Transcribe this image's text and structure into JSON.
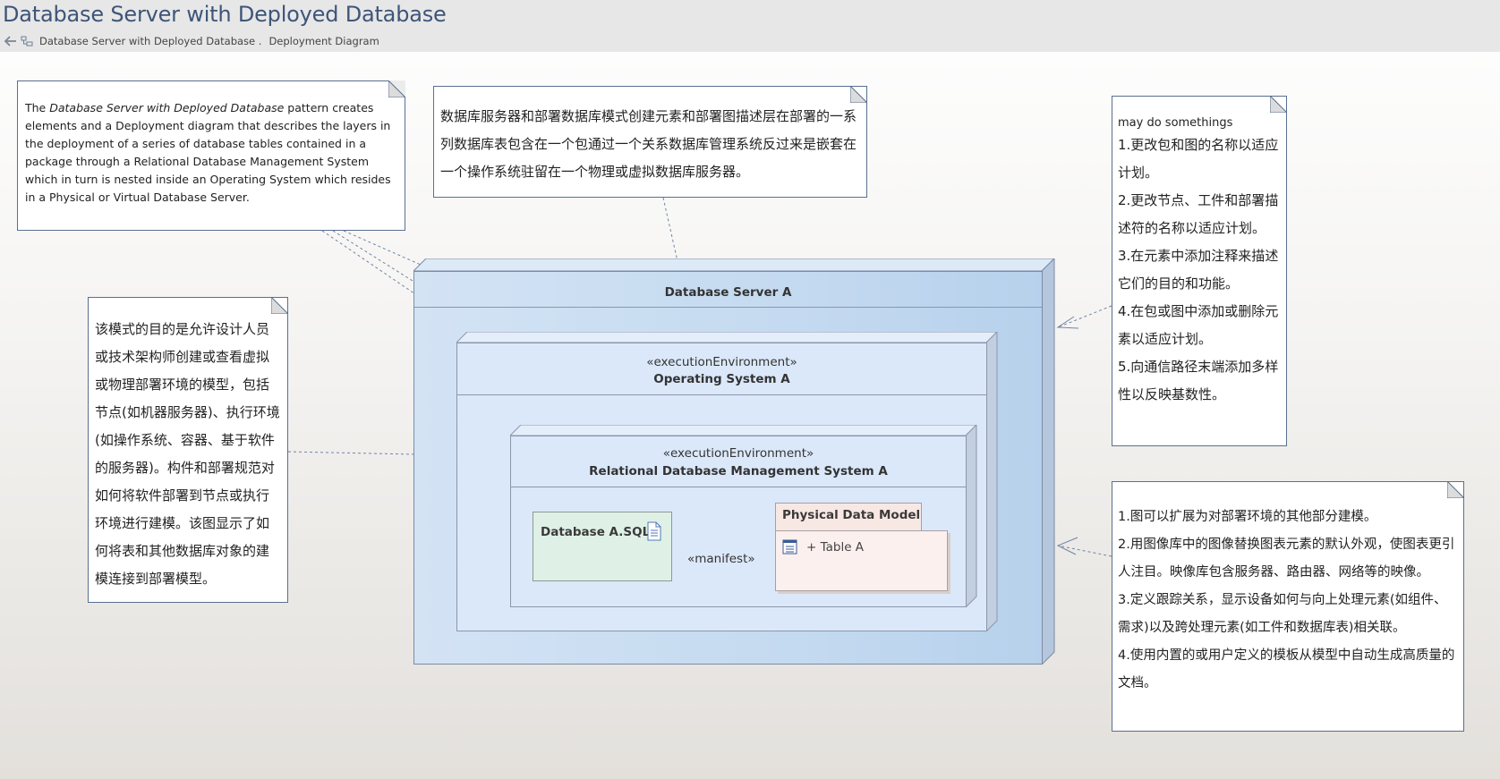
{
  "header": {
    "title": "Database Server with Deployed Database",
    "breadcrumb_item": "Database Server with Deployed Database .",
    "breadcrumb_view": "Deployment Diagram"
  },
  "notes": {
    "top_left": {
      "pre": "The ",
      "italic": "Database Server with Deployed Database",
      "post": " pattern creates elements and a Deployment diagram that describes the layers in the deployment of a series of database tables contained in a package through a Relational Database Management System which in turn is nested inside an Operating System which resides in a Physical or Virtual Database Server."
    },
    "top_middle": "数据库服务器和部署数据库模式创建元素和部署图描述层在部署的一系列数据库表包含在一个包通过一个关系数据库管理系统反过来是嵌套在一个操作系统驻留在一个物理或虚拟数据库服务器。",
    "left": "该模式的目的是允许设计人员或技术架构师创建或查看虚拟或物理部署环境的模型，包括节点(如机器服务器)、执行环境(如操作系统、容器、基于软件的服务器)。构件和部署规范对如何将软件部署到节点或执行环境进行建模。该图显示了如何将表和其他数据库对象的建模连接到部署模型。",
    "right_top": {
      "lead": "may do somethings",
      "items": [
        "1.更改包和图的名称以适应计划。",
        "2.更改节点、工件和部署描述符的名称以适应计划。",
        "3.在元素中添加注释来描述它们的目的和功能。",
        "4.在包或图中添加或删除元素以适应计划。",
        "5.向通信路径末端添加多样性以反映基数性。"
      ]
    },
    "right_bottom": [
      "1.图可以扩展为对部署环境的其他部分建模。",
      "2.用图像库中的图像替换图表元素的默认外观，使图表更引人注目。映像库包含服务器、路由器、网络等的映像。",
      "3.定义跟踪关系，显示设备如何与向上处理元素(如组件、需求)以及跨处理元素(如工件和数据库表)相关联。",
      "4.使用内置的或用户定义的模板从模型中自动生成高质量的文档。"
    ]
  },
  "nodes": {
    "server": {
      "name": "Database Server A"
    },
    "os": {
      "stereotype": "«executionEnvironment»",
      "name": "Operating System A"
    },
    "rdbms": {
      "stereotype": "«executionEnvironment»",
      "name": "Relational Database Management System A"
    },
    "artifact": {
      "name": "Database A.SQL"
    },
    "package": {
      "name": "Physical Data Model",
      "item": "+ Table A"
    },
    "relation": "«manifest»"
  },
  "colors": {
    "server_fill": "#c6dcf1",
    "node_fill": "#dbe8fa",
    "artifact_fill": "#dff0e6",
    "package_fill": "#fbf0ed",
    "title_text": "#3e5579"
  }
}
